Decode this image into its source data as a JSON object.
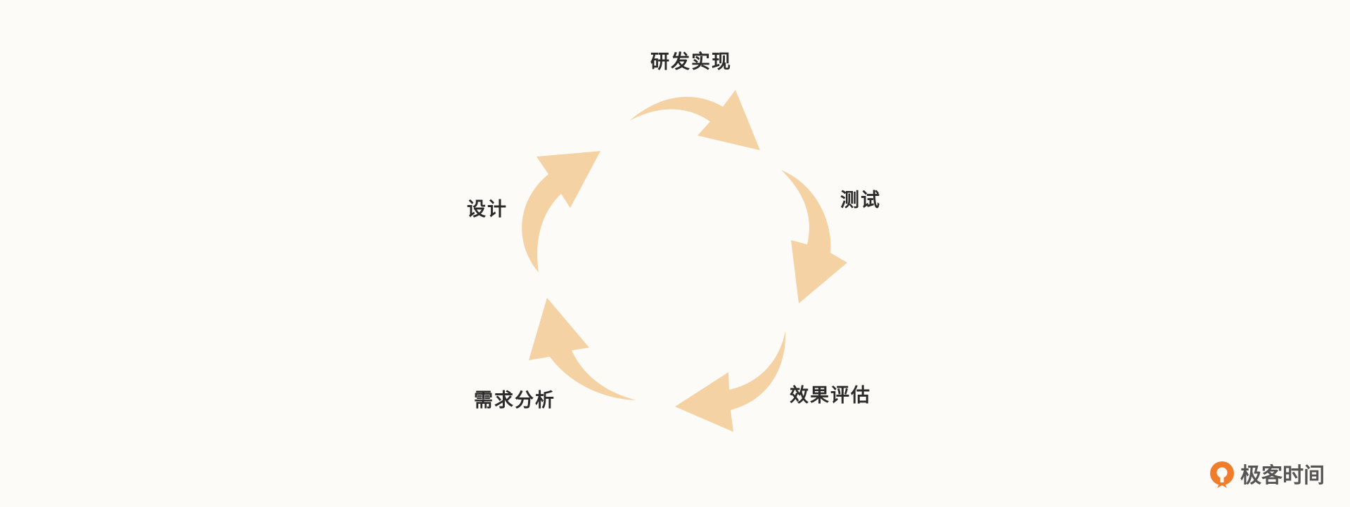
{
  "diagram": {
    "steps": [
      {
        "label": "研发实现"
      },
      {
        "label": "测试"
      },
      {
        "label": "效果评估"
      },
      {
        "label": "需求分析"
      },
      {
        "label": "设计"
      }
    ],
    "arrow_color": "#f5d2a3",
    "background_color": "#fdfbf8",
    "text_color": "#2b2b2b"
  },
  "brand": {
    "name": "极客时间",
    "logo_icon": "geektime-logo-icon",
    "logo_color": "#f07d2c"
  }
}
